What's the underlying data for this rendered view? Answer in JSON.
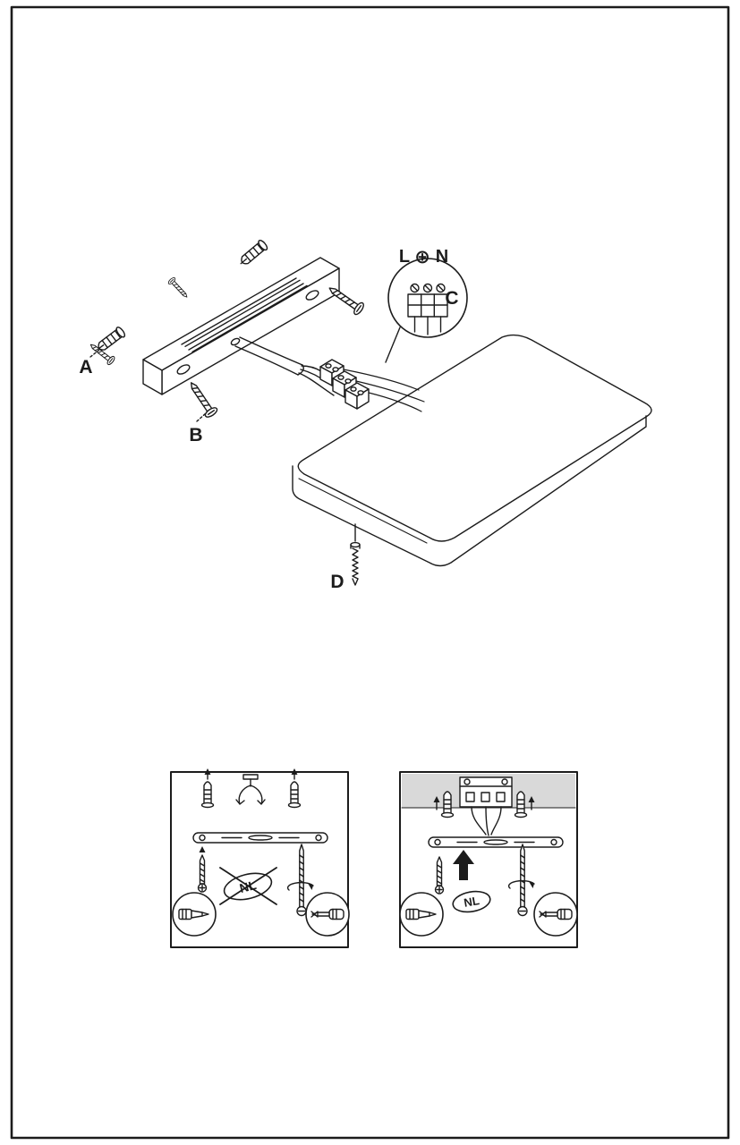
{
  "document": {
    "kind": "lamp-installation-diagram",
    "callout_labels": {
      "a": "A",
      "b": "B",
      "c": "C",
      "d": "D"
    },
    "terminal_markings": {
      "live": "L",
      "earth": "⊕",
      "neutral": "N"
    },
    "inset_left": {
      "badge": "NL",
      "crossed_out": true
    },
    "inset_right": {
      "badge": "NL",
      "crossed_out": false
    },
    "colors": {
      "ink": "#1c1c1c",
      "paper": "#ffffff",
      "ceiling_gray": "#d9d9d9"
    }
  }
}
